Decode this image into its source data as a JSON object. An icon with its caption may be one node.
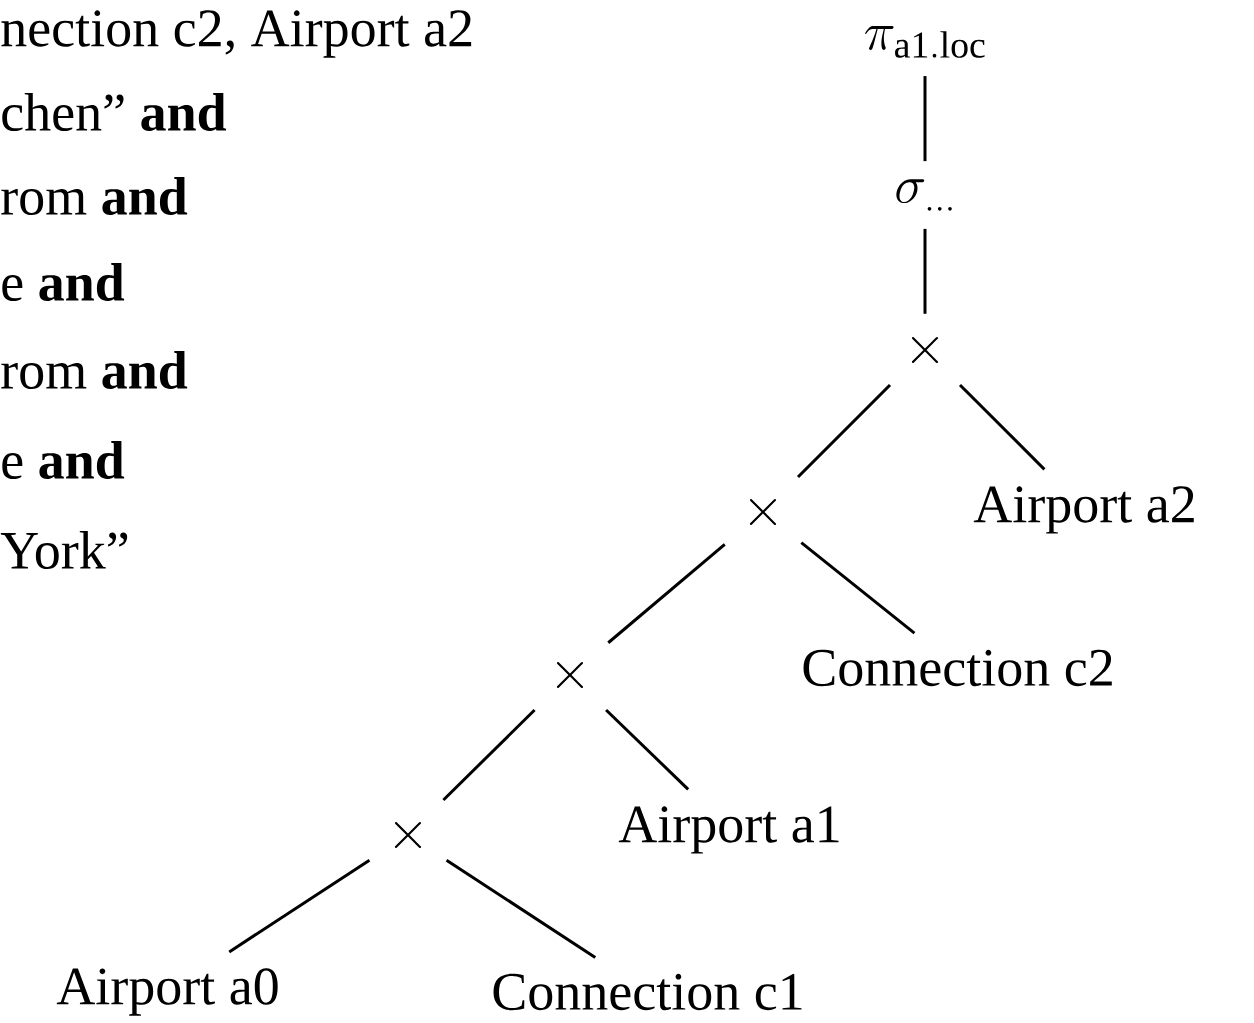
{
  "diagram": {
    "nodes": [
      {
        "text": [
          "\\pi_{\\mathrm{a1.loc}}"
        ]
      },
      {
        "text": [
          "\\sigma_{\\dots}"
        ]
      },
      {
        "text": [
          "\\times"
        ]
      },
      {
        "text": [
          "\\times"
        ]
      },
      {
        "text": [
          "Airport a2"
        ]
      },
      {
        "text": [
          "\\times"
        ]
      },
      {
        "text": [
          "Connection c2"
        ]
      },
      {
        "text": [
          "\\times"
        ]
      },
      {
        "text": [
          "Airport a1"
        ]
      },
      {
        "text": [
          "Airport a0"
        ]
      },
      {
        "text": [
          "Connection c1"
        ]
      }
    ],
    "edges": [
      {
        "from": 0,
        "to": 1,
        "arrow": "none"
      },
      {
        "from": 1,
        "to": 2,
        "arrow": "none"
      },
      {
        "from": 2,
        "to": 3,
        "arrow": "none"
      },
      {
        "from": 2,
        "to": 4,
        "arrow": "none"
      },
      {
        "from": 3,
        "to": 5,
        "arrow": "none"
      },
      {
        "from": 3,
        "to": 6,
        "arrow": "none"
      },
      {
        "from": 5,
        "to": 7,
        "arrow": "none"
      },
      {
        "from": 5,
        "to": 8,
        "arrow": "none"
      },
      {
        "from": 7,
        "to": 9,
        "arrow": "none"
      },
      {
        "from": 7,
        "to": 10,
        "arrow": "none"
      }
    ],
    "labels": [
      "nection c2, Airport a2",
      "chen” **and**",
      "rom **and**",
      "e **and**",
      "rom **and**",
      "e **and**",
      "York”"
    ]
  }
}
